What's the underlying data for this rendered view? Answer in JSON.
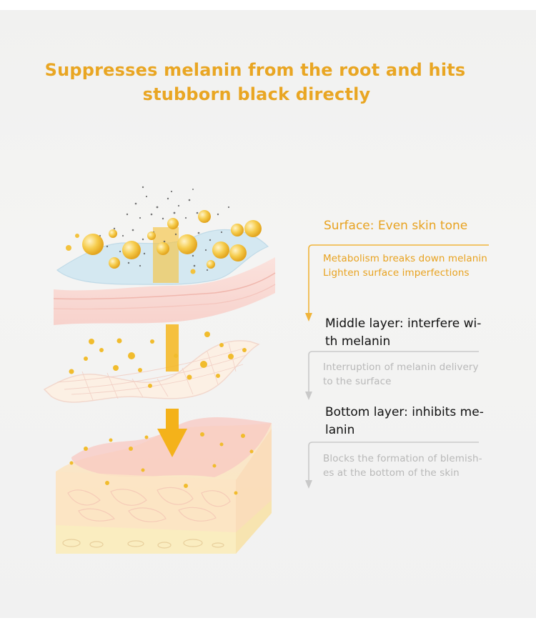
{
  "headline": {
    "line1": "Suppresses melanin from the root and hits",
    "line2": "stubborn black directly"
  },
  "layers": [
    {
      "title": "Surface: Even skin tone",
      "description": [
        "Metabolism breaks down melanin",
        "Lighten surface imperfections"
      ]
    },
    {
      "title": [
        "Middle layer: interfere wi-",
        "th melanin"
      ],
      "description": [
        "Interruption of melanin delivery",
        "to the surface"
      ]
    },
    {
      "title": [
        "Bottom layer: inhibits me-",
        "lanin"
      ],
      "description": [
        "Blocks the formation of blemish-",
        "es at the bottom of the skin"
      ]
    }
  ],
  "colors": {
    "accent": "#e9a623",
    "guide_active": "#f0b43a",
    "guide_inactive": "#c9c9c9",
    "text_dark": "#111111",
    "text_muted": "#b8b8b8"
  }
}
